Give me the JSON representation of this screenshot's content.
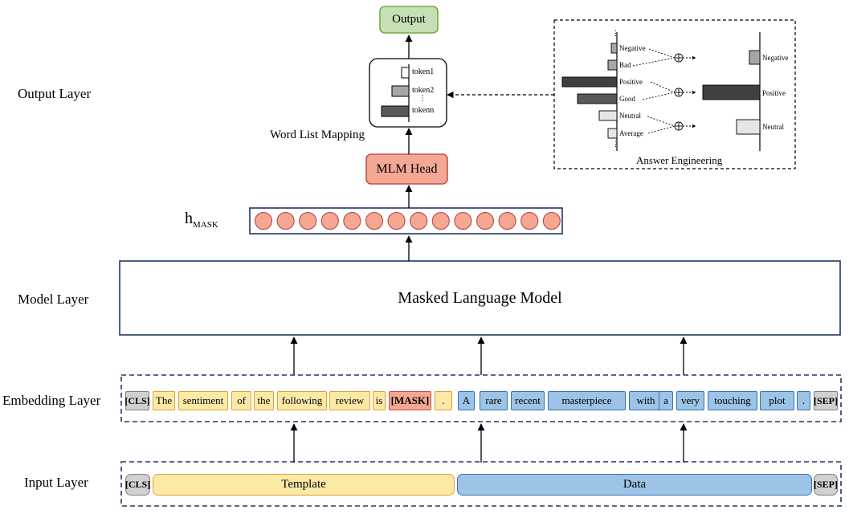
{
  "layers": {
    "output": "Output Layer",
    "model": "Model Layer",
    "embedding": "Embedding Layer",
    "input": "Input Layer"
  },
  "output_box": "Output",
  "word_list_mapping": "Word List Mapping",
  "mlm_head": "MLM Head",
  "h_mask": {
    "base": "h",
    "sub": "MASK"
  },
  "h_mask_circle_count": 14,
  "masked_lm": "Masked Language Model",
  "tokens_box": {
    "items": [
      {
        "text": "token1"
      },
      {
        "text": "token2"
      },
      {
        "text": "⋮"
      },
      {
        "text": "tokenn"
      }
    ]
  },
  "answer_engineering": {
    "title": "Answer Engineering",
    "left_labels": [
      "Negative",
      "Bad",
      "Positive",
      "Good",
      "Neutral",
      "Average"
    ],
    "right_labels": [
      "Negative",
      "Positive",
      "Neutral"
    ],
    "ellipsis": "⋮"
  },
  "embedding_tokens": [
    {
      "text": "[CLS]",
      "kind": "special"
    },
    {
      "text": "The",
      "kind": "template"
    },
    {
      "text": "sentiment",
      "kind": "template"
    },
    {
      "text": "of",
      "kind": "template"
    },
    {
      "text": "the",
      "kind": "template"
    },
    {
      "text": "following",
      "kind": "template"
    },
    {
      "text": "review",
      "kind": "template"
    },
    {
      "text": "is",
      "kind": "template"
    },
    {
      "text": "[MASK]",
      "kind": "mask"
    },
    {
      "text": ".",
      "kind": "template"
    },
    {
      "text": "A",
      "kind": "data"
    },
    {
      "text": "rare",
      "kind": "data"
    },
    {
      "text": "recent",
      "kind": "data"
    },
    {
      "text": "masterpiece",
      "kind": "data"
    },
    {
      "text": "with",
      "kind": "data"
    },
    {
      "text": "a",
      "kind": "data"
    },
    {
      "text": "very",
      "kind": "data"
    },
    {
      "text": "touching",
      "kind": "data"
    },
    {
      "text": "plot",
      "kind": "data"
    },
    {
      "text": ".",
      "kind": "data"
    },
    {
      "text": "[SEP]",
      "kind": "special"
    }
  ],
  "input_segments": {
    "cls": "[CLS]",
    "template": "Template",
    "data": "Data",
    "sep": "[SEP]"
  },
  "colors": {
    "template_fill": "#fde9a6",
    "template_border": "#e0a030",
    "data_fill": "#9dc3e6",
    "data_border": "#2e75b6",
    "special_fill": "#d0d0d0",
    "mask_fill": "#f4a793",
    "output_fill": "#c5e0b4",
    "output_border": "#70ad47",
    "box_border": "#1f3864"
  }
}
